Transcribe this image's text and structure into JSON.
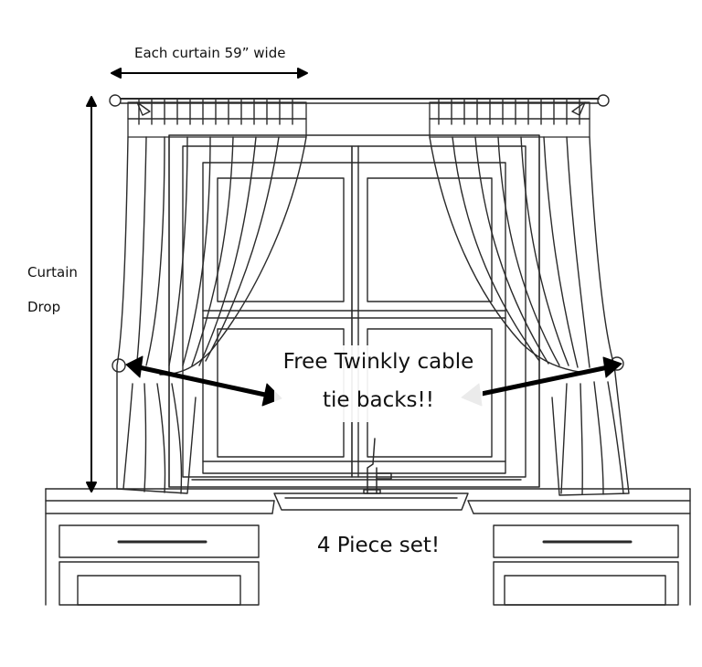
{
  "labels": {
    "width": "Each curtain 59” wide",
    "drop_line1": "Curtain",
    "drop_line2": "Drop",
    "tieback_line1": "Free Twinkly cable",
    "tieback_line2": "tie backs!!",
    "set": "4 Piece set!"
  },
  "colors": {
    "line": "#2a2a2a",
    "arrow": "#000000",
    "background": "#ffffff"
  },
  "icons": {
    "faucet": "faucet-icon",
    "finial": "rod-finial-icon",
    "tieback_hook": "tieback-hook-icon"
  }
}
